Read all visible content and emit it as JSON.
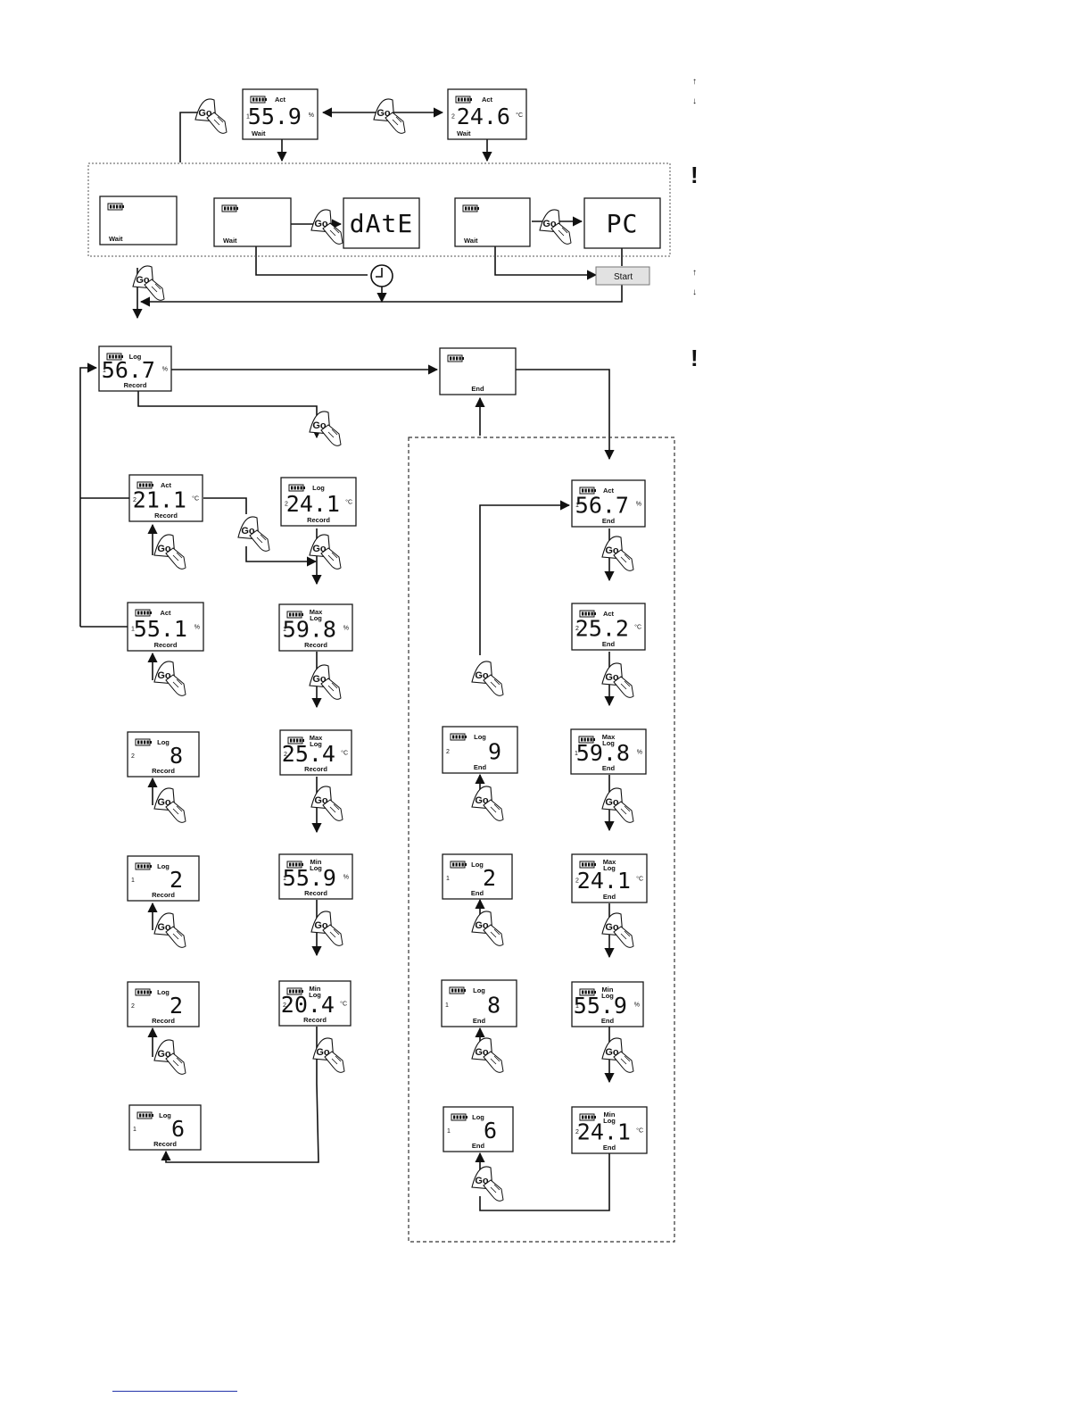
{
  "go_label": "Go",
  "start_label": "Start",
  "side_markers": {
    "warning_glyph": "!",
    "arrow_up_glyph": "↑",
    "arrow_down_glyph": "↓"
  },
  "displays": [
    {
      "id": "wait-hum",
      "mode": "Act",
      "value": "55.9",
      "unit": "%",
      "channel": "1",
      "status": "Wait"
    },
    {
      "id": "wait-temp",
      "mode": "Act",
      "value": "24.6",
      "unit": "°C",
      "channel": "2",
      "status": "Wait"
    },
    {
      "id": "wait-a",
      "mode": "",
      "value": "",
      "unit": "",
      "channel": "",
      "status": "Wait"
    },
    {
      "id": "wait-b",
      "mode": "",
      "value": "",
      "unit": "",
      "channel": "",
      "status": "Wait"
    },
    {
      "id": "date",
      "mode": "",
      "value": "dAtE",
      "unit": "",
      "channel": "",
      "status": ""
    },
    {
      "id": "wait-c",
      "mode": "",
      "value": "",
      "unit": "",
      "channel": "",
      "status": "Wait"
    },
    {
      "id": "pc",
      "mode": "",
      "value": "PC",
      "unit": "",
      "channel": "",
      "status": ""
    },
    {
      "id": "rec-log-hum",
      "mode": "Log",
      "value": "56.7",
      "unit": "%",
      "channel": "1",
      "status": "Record"
    },
    {
      "id": "end-main",
      "mode": "",
      "value": "",
      "unit": "",
      "channel": "",
      "status": "End"
    },
    {
      "id": "rec-act-temp",
      "mode": "Act",
      "value": "21.1",
      "unit": "°C",
      "channel": "2",
      "status": "Record"
    },
    {
      "id": "rec-log-temp",
      "mode": "Log",
      "value": "24.1",
      "unit": "°C",
      "channel": "2",
      "status": "Record"
    },
    {
      "id": "rec-act-hum",
      "mode": "Act",
      "value": "55.1",
      "unit": "%",
      "channel": "1",
      "status": "Record"
    },
    {
      "id": "rec-max-hum",
      "mode": "Max\nLog",
      "value": "59.8",
      "unit": "%",
      "channel": "1",
      "status": "Record"
    },
    {
      "id": "rec-count-8",
      "mode": "Log",
      "value": "8",
      "unit": "",
      "channel": "2",
      "status": "Record"
    },
    {
      "id": "rec-max-temp",
      "mode": "Max\nLog",
      "value": "25.4",
      "unit": "°C",
      "channel": "2",
      "status": "Record"
    },
    {
      "id": "rec-count-2a",
      "mode": "Log",
      "value": "2",
      "unit": "",
      "channel": "1",
      "status": "Record"
    },
    {
      "id": "rec-min-hum",
      "mode": "Min\nLog",
      "value": "55.9",
      "unit": "%",
      "channel": "1",
      "status": "Record"
    },
    {
      "id": "rec-count-2b",
      "mode": "Log",
      "value": "2",
      "unit": "",
      "channel": "2",
      "status": "Record"
    },
    {
      "id": "rec-min-temp",
      "mode": "Min\nLog",
      "value": "20.4",
      "unit": "°C",
      "channel": "2",
      "status": "Record"
    },
    {
      "id": "rec-count-6",
      "mode": "Log",
      "value": "6",
      "unit": "",
      "channel": "1",
      "status": "Record"
    },
    {
      "id": "end-act-hum",
      "mode": "Act",
      "value": "56.7",
      "unit": "%",
      "channel": "1",
      "status": "End"
    },
    {
      "id": "end-act-temp",
      "mode": "Act",
      "value": "25.2",
      "unit": "°C",
      "channel": "2",
      "status": "End"
    },
    {
      "id": "end-count-9",
      "mode": "Log",
      "value": "9",
      "unit": "",
      "channel": "2",
      "status": "End"
    },
    {
      "id": "end-max-hum",
      "mode": "Max\nLog",
      "value": "59.8",
      "unit": "%",
      "channel": "1",
      "status": "End"
    },
    {
      "id": "end-count-2",
      "mode": "Log",
      "value": "2",
      "unit": "",
      "channel": "1",
      "status": "End"
    },
    {
      "id": "end-max-temp",
      "mode": "Max\nLog",
      "value": "24.1",
      "unit": "°C",
      "channel": "2",
      "status": "End"
    },
    {
      "id": "end-count-8",
      "mode": "Log",
      "value": "8",
      "unit": "",
      "channel": "1",
      "status": "End"
    },
    {
      "id": "end-min-hum",
      "mode": "Min\nLog",
      "value": "55.9",
      "unit": "%",
      "channel": "1",
      "status": "End"
    },
    {
      "id": "end-count-6",
      "mode": "Log",
      "value": "6",
      "unit": "",
      "channel": "1",
      "status": "End"
    },
    {
      "id": "end-min-temp",
      "mode": "Min\nLog",
      "value": "24.1",
      "unit": "°C",
      "channel": "2",
      "status": "End"
    }
  ]
}
